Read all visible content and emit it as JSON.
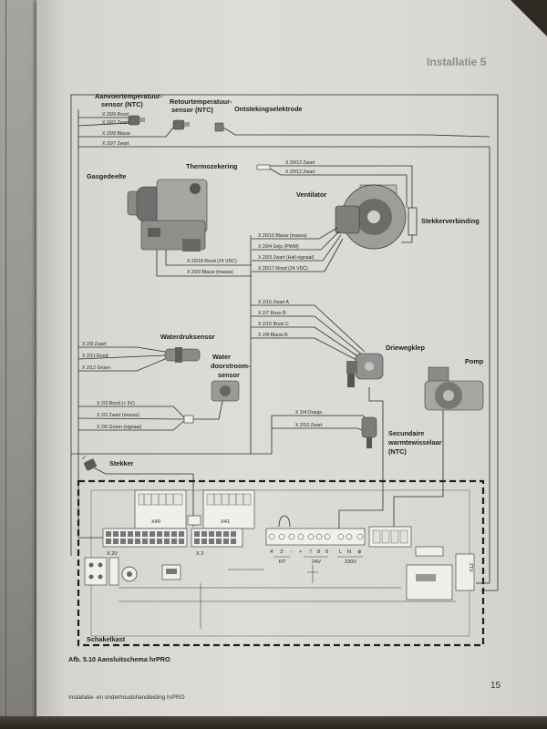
{
  "header": {
    "section": "Installatie 5"
  },
  "labels": {
    "aanvoer_l1": "Aanvoertemperatuur-",
    "aanvoer_l2": "sensor (NTC)",
    "retour_l1": "Retourtemperatuur-",
    "retour_l2": "sensor (NTC)",
    "ontsteking": "Ontstekingselektrode",
    "thermozekering": "Thermozekering",
    "gasgedeelte": "Gasgedeelte",
    "ventilator": "Ventilator",
    "stekkerverbinding": "Stekkerverbinding",
    "driewegklep": "Driewegklep",
    "pomp": "Pomp",
    "waterdruksensor": "Waterdruksensor",
    "doorstroom_l1": "Water",
    "doorstroom_l2": "doorstroom-",
    "doorstroom_l3": "sensor",
    "secundaire_l1": "Secundaire",
    "secundaire_l2": "warmtewisselaar",
    "secundaire_l3": "(NTC)",
    "stekker": "Stekker",
    "schakelkast": "Schakelkast"
  },
  "wires": {
    "sensors": [
      "X 20/9 Rood",
      "X 20/7 Zwart",
      "X 20/8 Blauw",
      "X 20/7 Zwart"
    ],
    "thermo": [
      "X 20/13 Zwart",
      "X 20/12 Zwart"
    ],
    "fan": [
      "X 20/16 Blauw (massa)",
      "X 20/4 Grijs (PWM)",
      "X 20/3 Zwart (Hall-signaal)",
      "X 20/17 Rood (24 VDC)"
    ],
    "gas": [
      "X 20/18 Rood (24 VDC)",
      "X 20/9 Blauw (massa)"
    ],
    "valve": [
      "X 2/16 Zwart A",
      "X 2/7 Roze B",
      "X 2/15 Bruin C",
      "X 2/8 Blauw B"
    ],
    "pressure": [
      "X 2/9 Zwart",
      "X 2/11 Rood",
      "X 2/12 Groen"
    ],
    "flow": [
      "X 2/3 Rood (+ 5V)",
      "X 2/2 Zwart (massa)",
      "X 2/6 Groen (signaal)"
    ],
    "ntc": [
      "X 2/4 Oranje",
      "X 2/10 Zwart"
    ]
  },
  "board": {
    "x40": "X40",
    "x41": "X41",
    "x20": "X 20",
    "x2": "X 2",
    "terminals": [
      "4'",
      "3'",
      "-",
      "+",
      "7",
      "8",
      "9",
      "L",
      "N",
      "⊕"
    ],
    "rt": "RT",
    "v24": "24V",
    "v230": "230V",
    "x12": "X12"
  },
  "caption": "Afb. 5.10 Aansluitschema hrPRO",
  "footer": {
    "title": "Installatie- en onderhoudshandleiding hrPRO",
    "page": "15"
  },
  "colors": {
    "ink": "#2b2b2b",
    "paper": "#dddcd8",
    "header": "#8c8c8a"
  }
}
